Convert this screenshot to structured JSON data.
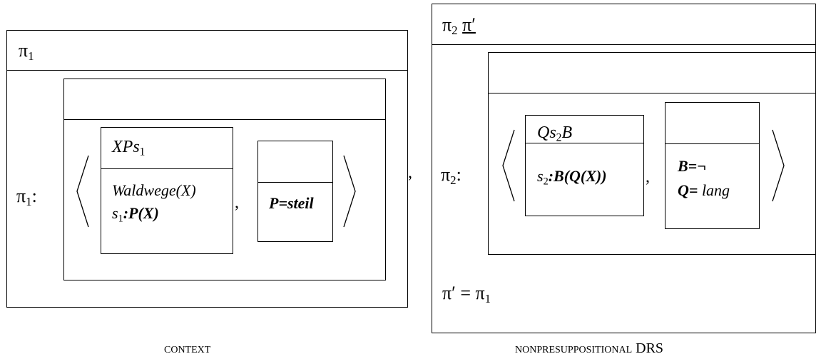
{
  "context": {
    "universe_label": "π",
    "universe_sub": "1",
    "condition_label": "π",
    "condition_sub": "1",
    "condition_colon": ":",
    "inner_left": {
      "universe": {
        "text": "XPs",
        "sub": "1"
      },
      "cond1": "Waldwege(X)",
      "cond2_s": "s",
      "cond2_sub": "1",
      "cond2_rest": ":P(X)"
    },
    "comma_mid": ",",
    "inner_right": {
      "cond": "P=steil"
    },
    "comma_after": ",",
    "caption": "context"
  },
  "nonpresup": {
    "header_pi": "π",
    "header_sub": "2",
    "header_prime": "π′",
    "condition_label": "π",
    "condition_sub": "2",
    "condition_colon": ":",
    "inner_left": {
      "universe_a": "Qs",
      "universe_sub": "2",
      "universe_b": "B",
      "cond_s": "s",
      "cond_sub": "2",
      "cond_rest": ":B(Q(X))"
    },
    "comma_mid": ",",
    "inner_right": {
      "cond1": "B=¬",
      "cond2_a": "Q=",
      "cond2_b": "lang"
    },
    "bottom_eq_a": "π′ = π",
    "bottom_eq_sub": "1",
    "caption_a": "nonpresuppositional",
    "caption_b": "DRS"
  }
}
